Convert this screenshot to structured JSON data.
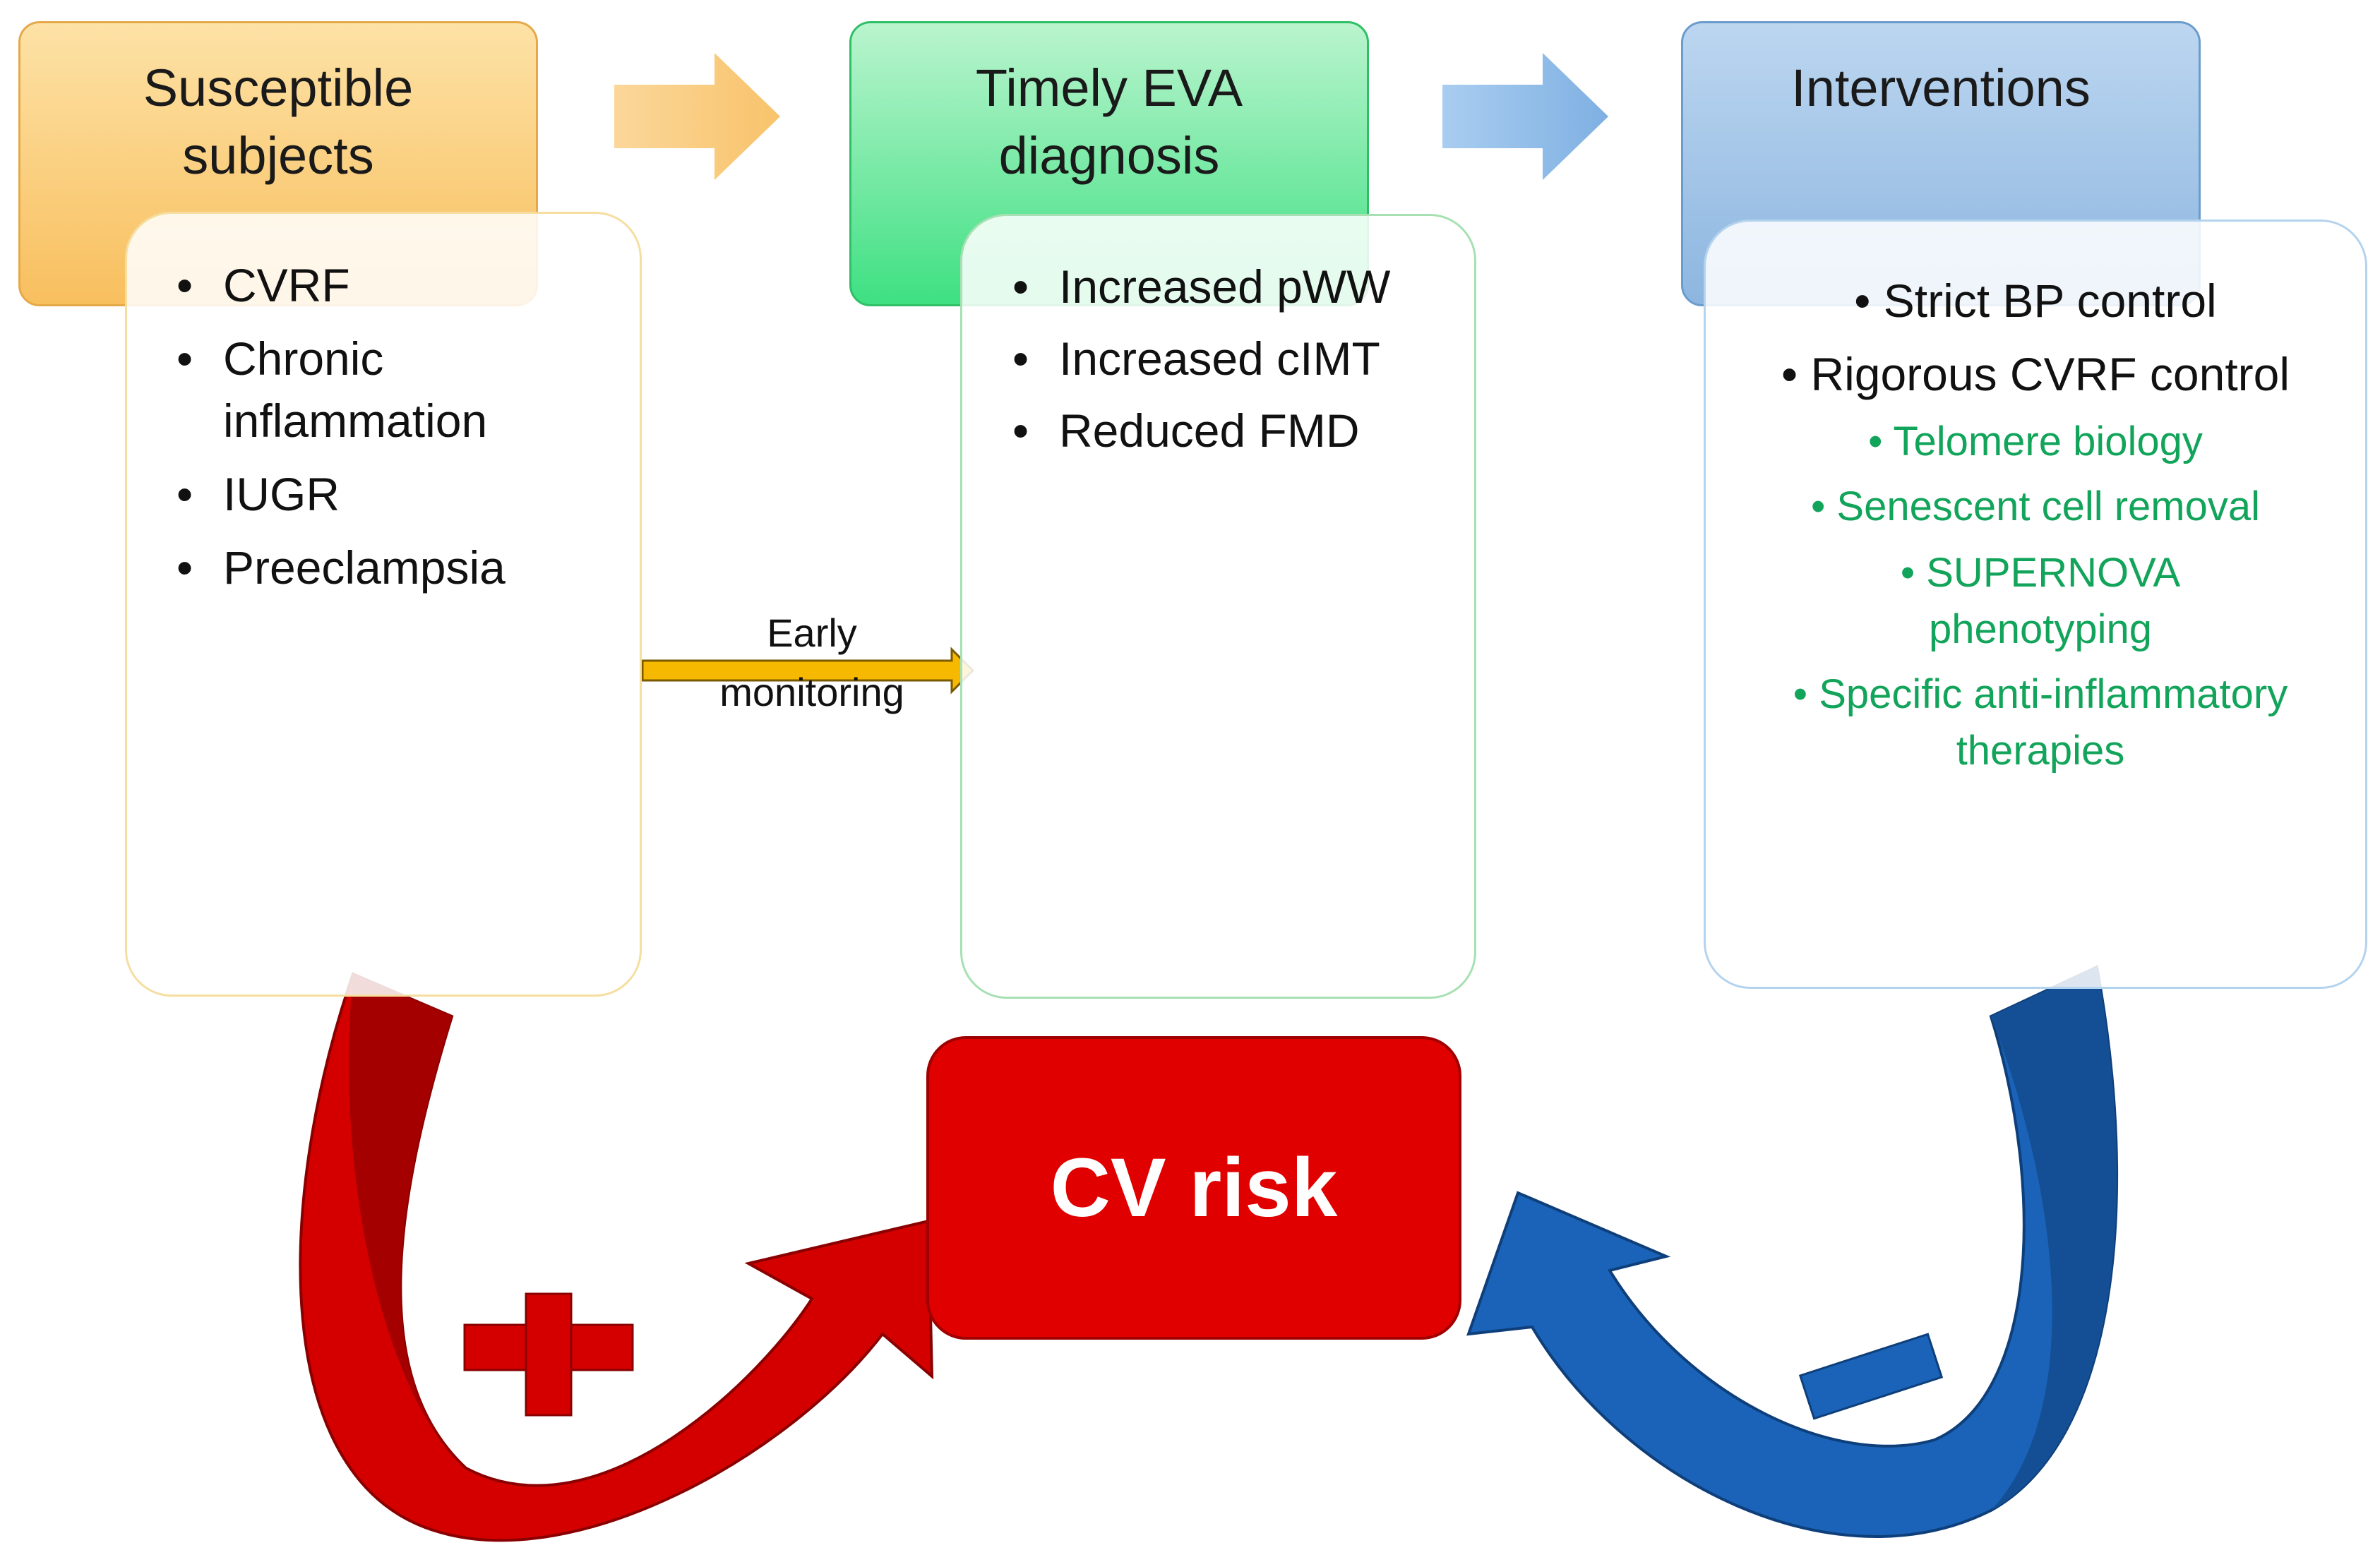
{
  "stages": [
    {
      "title": "Susceptible subjects",
      "items": [
        "CVRF",
        "Chronic inflammation",
        "IUGR",
        "Preeclampsia"
      ]
    },
    {
      "title": "Timely EVA diagnosis",
      "items": [
        "Increased pWW",
        "Increased cIMT",
        "Reduced FMD"
      ]
    },
    {
      "title": "Interventions",
      "items": [
        "Strict BP control",
        "Rigorous CVRF control"
      ],
      "green_items": [
        "Telomere biology",
        "Senescent cell removal",
        "SUPERNOVA phenotyping",
        "Specific anti-inflammatory therapies"
      ]
    }
  ],
  "early_monitoring": "Early monitoring",
  "center": "CV risk",
  "plus_sign": "+",
  "minus_sign": "-",
  "colors": {
    "susceptible": "#f8bf5e",
    "diagnosis": "#3ee082",
    "interventions": "#8db6e0",
    "cv_risk": "#e00000",
    "increase_arrow": "#d40000",
    "decrease_arrow": "#1a63b8",
    "green_text": "#12a45a"
  }
}
